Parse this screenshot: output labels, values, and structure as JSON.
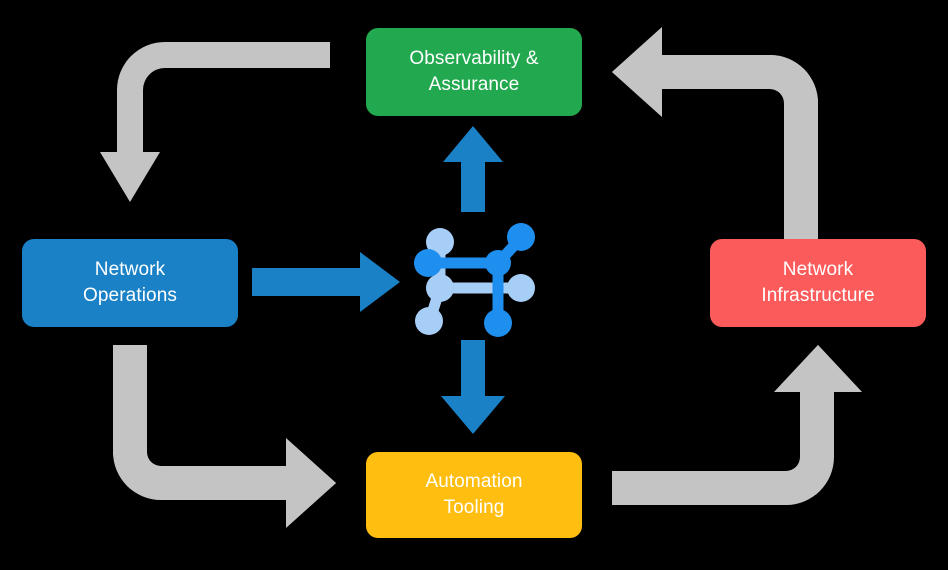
{
  "diagram": {
    "type": "cycle-diagram",
    "background_color": "#000000",
    "center": {
      "icon_name": "network-topology-icon",
      "colors": {
        "primary": "#1F8FEF",
        "secondary": "#A6CEF6"
      },
      "nodes": 7,
      "description": "network topology mesh"
    },
    "boxes": [
      {
        "id": "observability",
        "label": "Observability & Assurance",
        "line1": "Observability &",
        "line2": "Assurance",
        "color": "#22A94F",
        "position": "top"
      },
      {
        "id": "network-operations",
        "label": "Network Operations",
        "line1": "Network",
        "line2": "Operations",
        "color": "#1B81C6",
        "position": "left"
      },
      {
        "id": "network-infrastructure",
        "label": "Network Infrastructure",
        "line1": "Network",
        "line2": "Infrastructure",
        "color": "#FC5B5B",
        "position": "right"
      },
      {
        "id": "automation-tooling",
        "label": "Automation Tooling",
        "line1": "Automation",
        "line2": "Tooling",
        "color": "#FFBE10",
        "position": "bottom"
      }
    ],
    "center_arrows": [
      {
        "id": "arrow-operations-to-center",
        "direction": "right",
        "color": "#1B81C6",
        "from": "network-operations",
        "to": "center"
      },
      {
        "id": "arrow-center-to-observability",
        "direction": "up",
        "color": "#1B81C6",
        "from": "center",
        "to": "observability"
      },
      {
        "id": "arrow-center-to-automation",
        "direction": "down",
        "color": "#1B81C6",
        "from": "center",
        "to": "automation-tooling"
      }
    ],
    "cycle_arrows": [
      {
        "id": "arrow-observability-to-operations",
        "color": "#C4C4C4",
        "from": "observability",
        "to": "network-operations",
        "head": "down"
      },
      {
        "id": "arrow-infrastructure-to-observability",
        "color": "#C4C4C4",
        "from": "network-infrastructure",
        "to": "observability",
        "head": "left"
      },
      {
        "id": "arrow-operations-to-automation",
        "color": "#C4C4C4",
        "from": "network-operations",
        "to": "automation-tooling",
        "head": "right"
      },
      {
        "id": "arrow-automation-to-infrastructure",
        "color": "#C4C4C4",
        "from": "automation-tooling",
        "to": "network-infrastructure",
        "head": "up"
      }
    ]
  }
}
